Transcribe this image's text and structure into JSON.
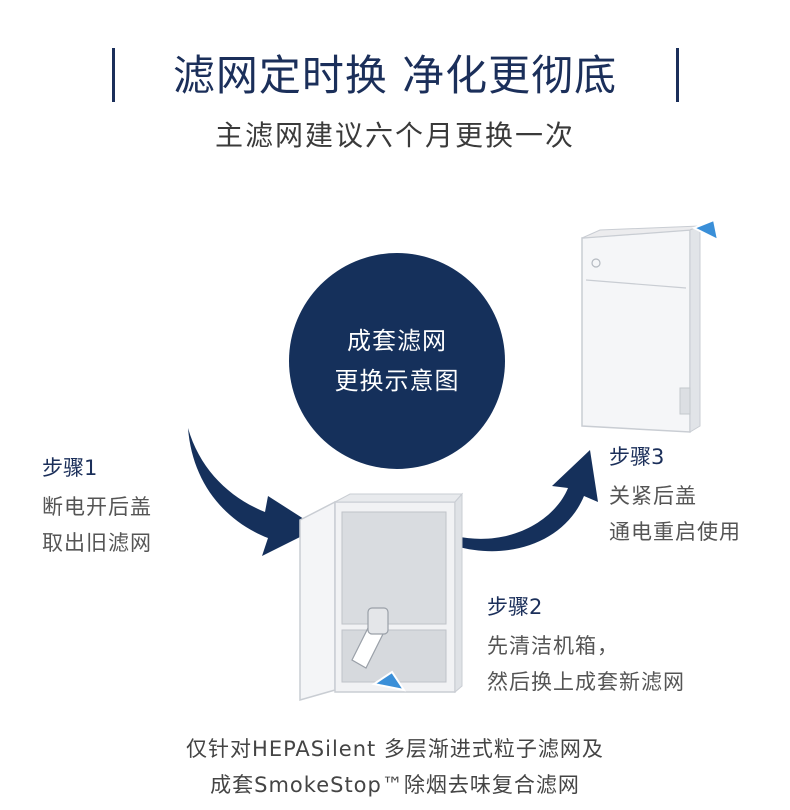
{
  "header": {
    "title": "滤网定时换 净化更彻底",
    "subtitle": "主滤网建议六个月更换一次"
  },
  "center_badge": {
    "line1": "成套滤网",
    "line2": "更换示意图"
  },
  "steps": [
    {
      "title": "步骤1",
      "lines": [
        "断电开后盖",
        "取出旧滤网"
      ]
    },
    {
      "title": "步骤2",
      "lines": [
        "先清洁机箱，",
        "然后换上成套新滤网"
      ]
    },
    {
      "title": "步骤3",
      "lines": [
        "关紧后盖",
        "通电重启使用"
      ]
    }
  ],
  "footer": {
    "line1": "仅针对HEPASilent 多层渐进式粒子滤网及",
    "line2": "成套SmokeStop™除烟去味复合滤网"
  },
  "colors": {
    "navy": "#15305b",
    "accent_blue": "#3a8fd8"
  }
}
